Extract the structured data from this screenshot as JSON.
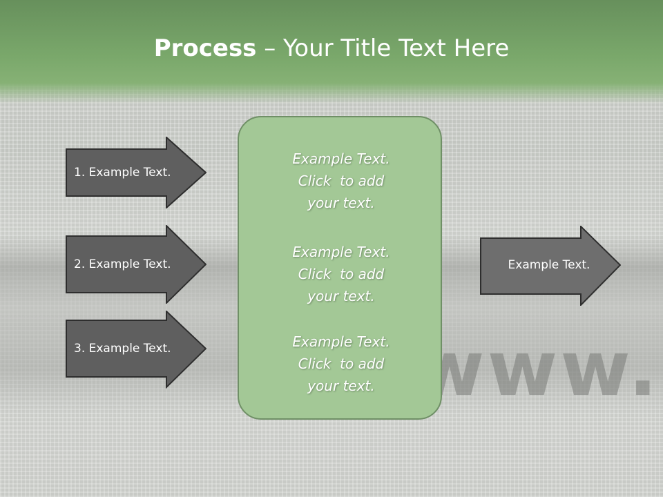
{
  "title": {
    "bold": "Process",
    "rest": " – Your Title Text Here"
  },
  "steps": [
    {
      "label": "1. Example Text."
    },
    {
      "label": "2. Example Text."
    },
    {
      "label": "3. Example Text."
    }
  ],
  "center_blocks": [
    {
      "line1": "Example Text.",
      "line2": "Click  to add",
      "line3": "your text."
    },
    {
      "line1": "Example Text.",
      "line2": "Click  to add",
      "line3": "your text."
    },
    {
      "line1": "Example Text.",
      "line2": "Click  to add",
      "line3": "your text."
    }
  ],
  "output": {
    "label": "Example Text."
  },
  "colors": {
    "header_green": "#7aa86b",
    "box_green": "#a3c896",
    "dark_arrow": "#5f5f5f",
    "light_arrow": "#6e6e6e"
  }
}
